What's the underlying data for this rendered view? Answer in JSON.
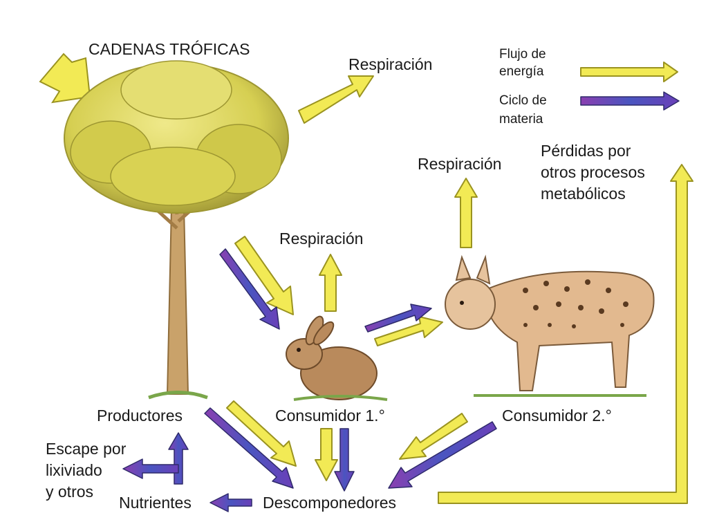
{
  "title": "CADENAS TRÓFICAS",
  "legend": {
    "energy_line1": "Flujo de",
    "energy_line2": "energía",
    "matter_line1": "Ciclo de",
    "matter_line2": "materia"
  },
  "labels": {
    "respiration_top": "Respiración",
    "respiration_mid": "Respiración",
    "respiration_low": "Respiración",
    "losses_line1": "Pérdidas por",
    "losses_line2": "otros procesos",
    "losses_line3": "metabólicos",
    "producers": "Productores",
    "consumer1": "Consumidor 1.°",
    "consumer2": "Consumidor 2.°",
    "leaching_line1": "Escape por",
    "leaching_line2": "lixiviado",
    "leaching_line3": "y otros",
    "nutrients": "Nutrientes",
    "decomposers": "Descomponedores"
  },
  "colors": {
    "energy": "#f2ea55",
    "matter": "#5a4fb5",
    "tree_foliage": "#d8d35a",
    "trunk": "#c9a26a",
    "rabbit": "#b98a5c",
    "lynx": "#e2b98f"
  },
  "icons": [
    "sun-arrow-icon",
    "tree-icon",
    "rabbit-icon",
    "lynx-icon"
  ]
}
